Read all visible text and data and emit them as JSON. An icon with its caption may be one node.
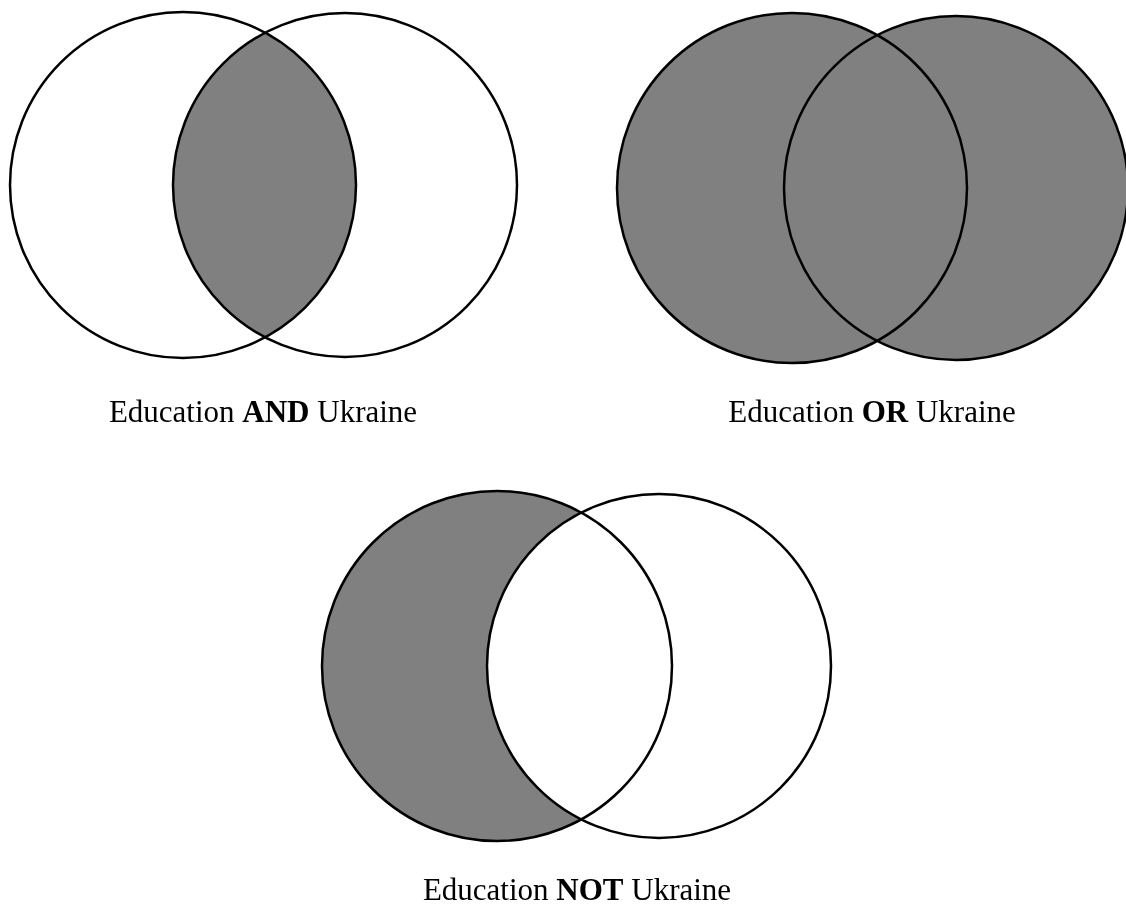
{
  "diagram": {
    "labels": [
      "Education **AND** Ukraine",
      "Education **OR** Ukraine",
      "Education **NOT** Ukraine"
    ]
  }
}
